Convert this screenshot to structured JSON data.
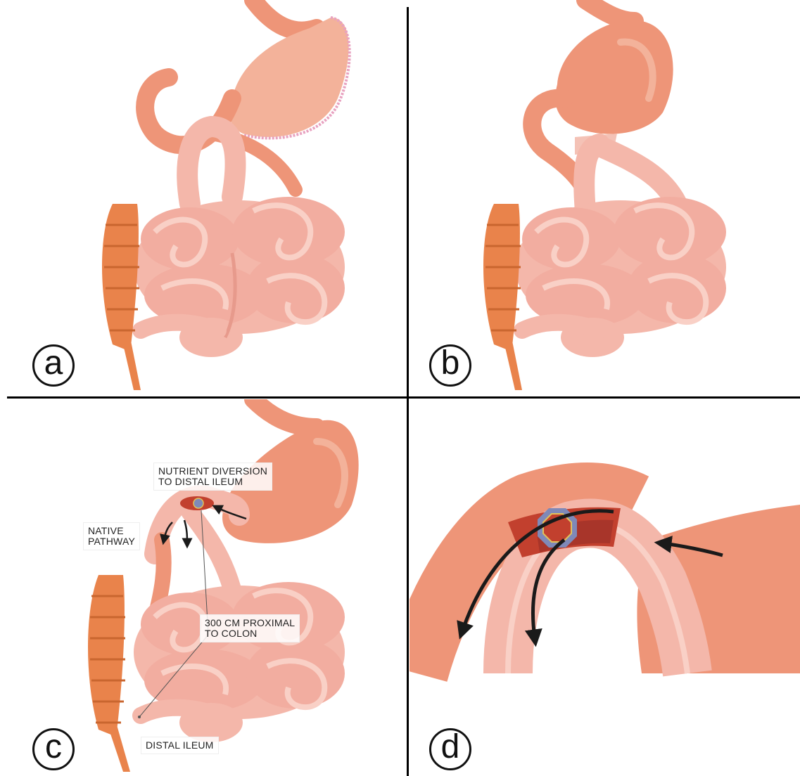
{
  "panels": [
    {
      "id": "a",
      "letter": "a"
    },
    {
      "id": "b",
      "letter": "b"
    },
    {
      "id": "c",
      "letter": "c"
    },
    {
      "id": "d",
      "letter": "d"
    }
  ],
  "callouts": {
    "nutrient_diversion": [
      "NUTRIENT DIVERSION",
      "TO DISTAL ILEUM"
    ],
    "native_pathway": [
      "NATIVE",
      "PATHWAY"
    ],
    "proximal_300cm": [
      "300 CM PROXIMAL",
      "TO COLON"
    ],
    "distal_ileum": [
      "DISTAL ILEUM"
    ]
  },
  "colors": {
    "stomach": "#ee9578",
    "stomach_light": "#f3b29a",
    "small_bowel": "#f4b7aa",
    "small_bowel_dark": "#e79a8c",
    "small_bowel_light": "#f9d0c6",
    "colon": "#e9834b",
    "colon_dark": "#c9662f",
    "anastomosis": "#c2402e",
    "device_ring": "#7f89b8",
    "device_gold": "#e1c15a",
    "arrow": "#1a1a1a",
    "divider": "#000000"
  }
}
